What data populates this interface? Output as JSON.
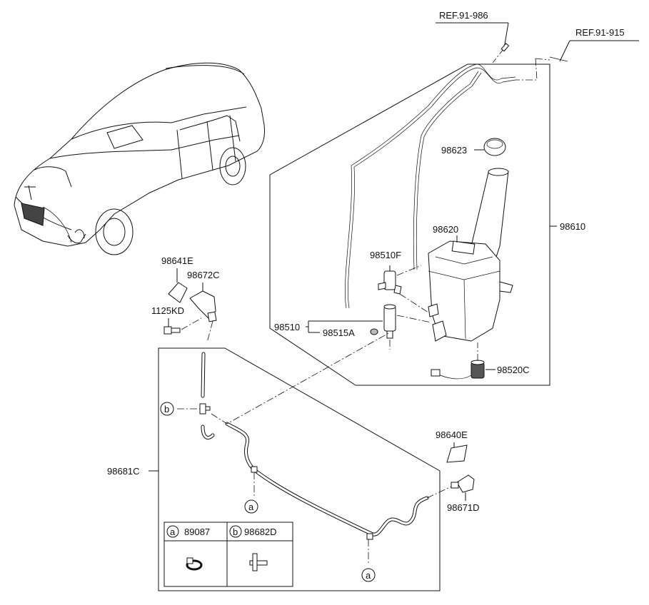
{
  "references": {
    "ref_upper": "REF.91-986",
    "ref_lower": "REF.91-915"
  },
  "parts": {
    "reservoir_assembly": "98610",
    "reservoir_cap": "98623",
    "reservoir": "98620",
    "pump_front": "98510F",
    "pump": "98510",
    "grommet": "98515A",
    "level_sensor": "98520C",
    "nozzle_cap_lh": "98641E",
    "nozzle_lh": "98672C",
    "bolt": "1125KD",
    "hose_assembly": "98681C",
    "nozzle_cap_rh": "98640E",
    "nozzle_rh": "98671D"
  },
  "callouts": {
    "a": "a",
    "b": "b"
  },
  "legend": {
    "a_symbol": "a",
    "a_part": "89087",
    "b_symbol": "b",
    "b_part": "98682D"
  },
  "colors": {
    "line": "#111111",
    "background": "#ffffff",
    "sensor_fill": "#555555",
    "grille_fill": "#444444"
  },
  "icons": {
    "clip": "hose-clip-icon",
    "connector": "y-connector-icon",
    "vehicle": "suv-vehicle-icon"
  }
}
